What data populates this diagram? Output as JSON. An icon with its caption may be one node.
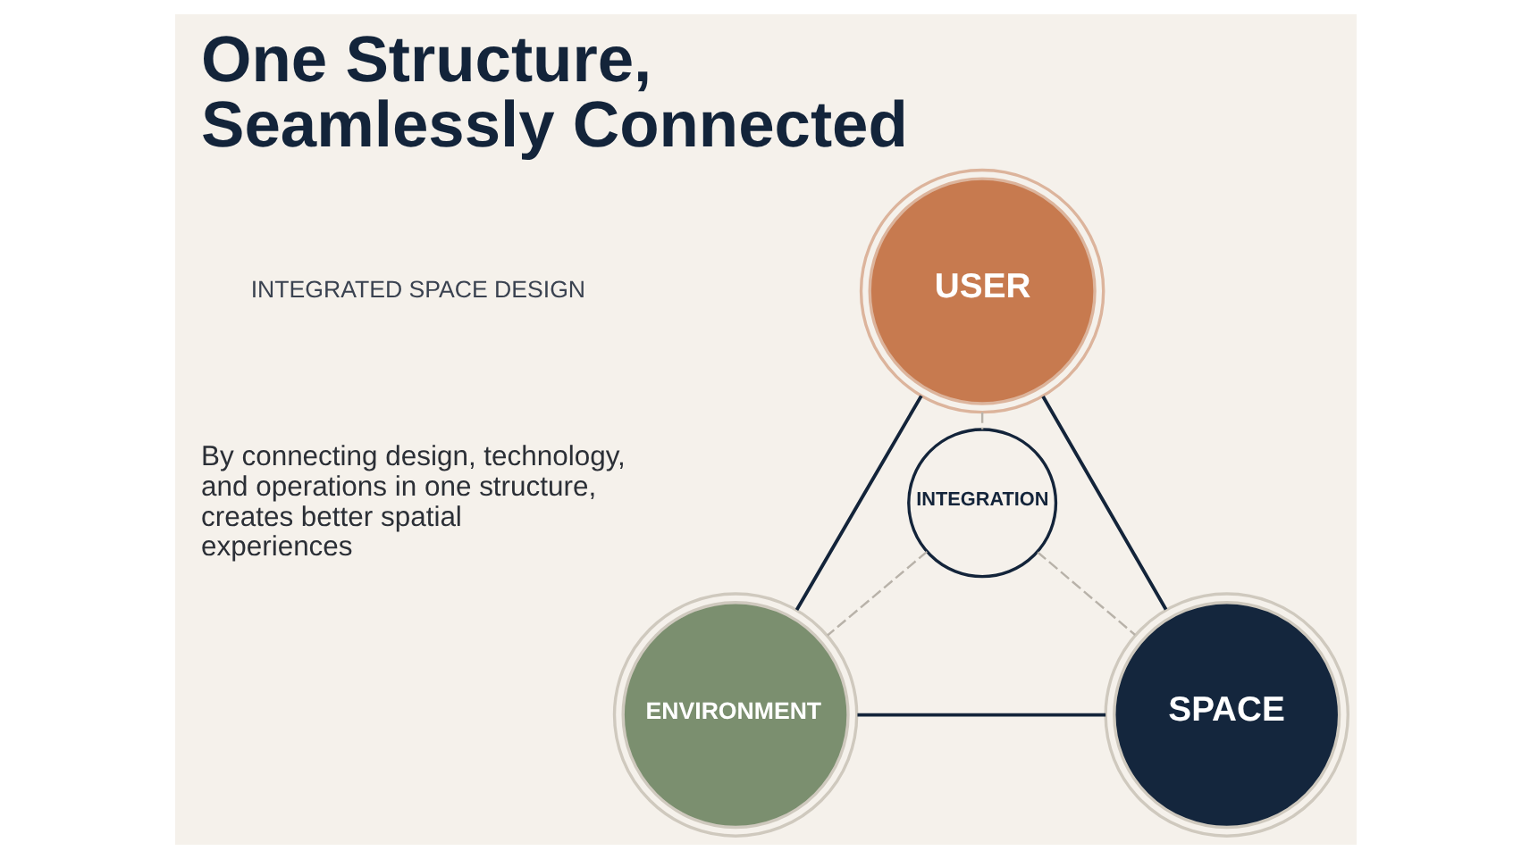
{
  "diagram": {
    "title": "One Structure, Seamlessly Connected",
    "nodes": [
      {
        "text": [
          "USER"
        ]
      },
      {
        "text": [
          "INTEGRATION"
        ]
      },
      {
        "text": [
          "ENVIRONMENT"
        ]
      },
      {
        "text": [
          "SPACE"
        ]
      }
    ],
    "edges": [
      {
        "from": 0,
        "to": 2,
        "arrow": "none"
      },
      {
        "from": 0,
        "to": 3,
        "arrow": "none"
      },
      {
        "from": 2,
        "to": 3,
        "arrow": "none"
      },
      {
        "from": 0,
        "to": 1,
        "arrow": "none",
        "style": "dashed",
        "color": "#b8b2a9"
      },
      {
        "from": 1,
        "to": 2,
        "arrow": "none",
        "style": "dashed",
        "color": "#b8b2a9"
      },
      {
        "from": 1,
        "to": 3,
        "arrow": "none",
        "style": "dashed",
        "color": "#b8b2a9"
      }
    ],
    "labels": [
      "INTEGRATED SPACE DESIGN",
      "By connecting design, technology, and operations in one structure, creates better spatial experiences"
    ]
  }
}
